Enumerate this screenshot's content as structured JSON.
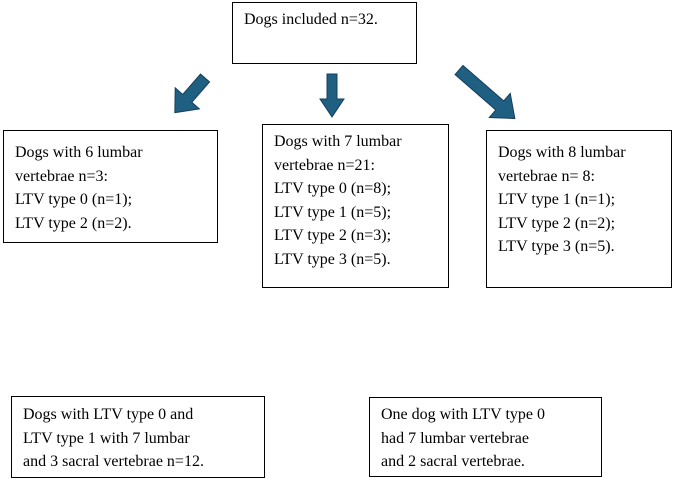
{
  "colors": {
    "arrow_fill": "#1f5f82",
    "arrow_stroke": "#163f59",
    "border": "#000000"
  },
  "top_box": {
    "lines": [
      "Dogs included n=32."
    ]
  },
  "six_lumbar_box": {
    "lines": [
      "Dogs with 6 lumbar",
      "vertebrae n=3:",
      "LTV type 0 (n=1);",
      "LTV type 2 (n=2)."
    ]
  },
  "seven_lumbar_box": {
    "lines": [
      "Dogs with 7 lumbar",
      "vertebrae n=21:",
      "LTV type 0 (n=8);",
      "LTV type 1 (n=5);",
      "LTV type 2 (n=3);",
      "LTV type 3 (n=5)."
    ]
  },
  "eight_lumbar_box": {
    "lines": [
      "Dogs with 8 lumbar",
      "vertebrae n= 8:",
      "LTV type 1 (n=1);",
      "LTV type 2 (n=2);",
      "LTV type 3 (n=5)."
    ]
  },
  "note_box_ltv_0_1": {
    "lines": [
      "Dogs with LTV type 0 and",
      "LTV type 1 with 7 lumbar",
      "and 3 sacral vertebrae n=12."
    ]
  },
  "note_box_one_dog": {
    "lines": [
      "One dog with LTV type 0",
      "had 7 lumbar vertebrae",
      "and 2 sacral vertebrae."
    ]
  }
}
